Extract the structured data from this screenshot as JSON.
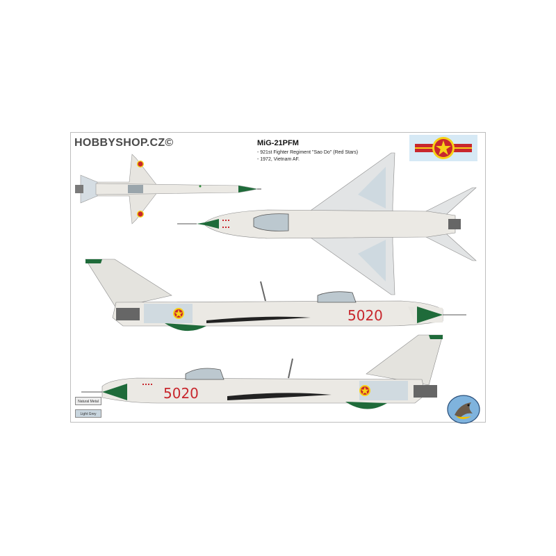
{
  "watermark": "HOBBYSHOP.CZ©",
  "title": "MiG-21PFM",
  "info": {
    "line1": "- 921st Fighter Regiment \"Sao Do\" (Red Stars)",
    "line2": "- 1972, Vietnam AF."
  },
  "serial": "5020",
  "swatches": {
    "natural_metal": "Natural Metal",
    "light_grey": "Light Grey"
  },
  "colors": {
    "natural_metal": "#ececec",
    "light_grey": "#c9d6df",
    "nose_green": "#1f6b3a",
    "serial_red": "#c8272d",
    "flag_yellow": "#f7d117",
    "flag_blue": "#d6e9f5"
  },
  "icons": {
    "roundel": "vietnam-star-roundel-icon",
    "logo": "eagle-logo-icon"
  }
}
